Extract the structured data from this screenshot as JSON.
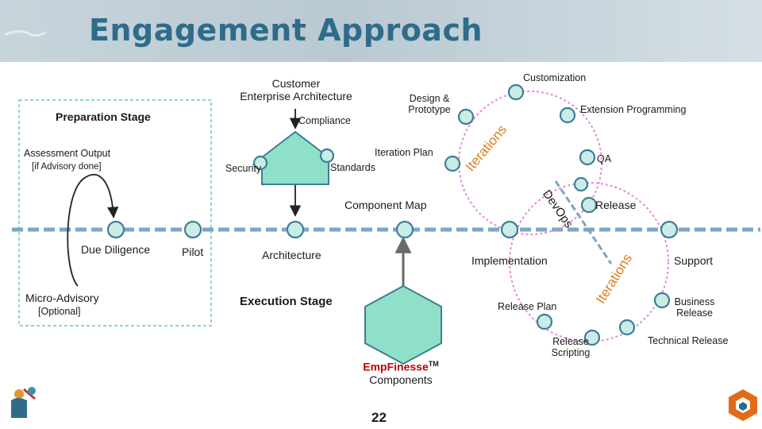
{
  "title": "Engagement Approach",
  "preparation": {
    "stage_label": "Preparation Stage",
    "assessment_output": "Assessment Output",
    "assessment_note": "[if Advisory done]",
    "due_diligence": "Due Diligence",
    "micro_advisory": "Micro-Advisory",
    "micro_advisory_note": "[Optional]",
    "pilot": "Pilot"
  },
  "architecture": {
    "customer_ea": [
      "Customer",
      "Enterprise Architecture"
    ],
    "compliance": "Compliance",
    "security": "Security",
    "standards": "Standards",
    "design_prototype": [
      "Design &",
      "Prototype"
    ],
    "iteration_plan": "Iteration Plan",
    "component_map": "Component Map",
    "architecture_label": "Architecture"
  },
  "execution": {
    "stage_label": "Execution Stage",
    "components_brand_prefix": "Emp",
    "components_brand_suffix": "Finesse",
    "components_tm": "TM",
    "components_label": "Components"
  },
  "iterations_loop_1": {
    "customization": "Customization",
    "extension_programming": "Extension Programming",
    "qa": "QA",
    "iterations_word": "Iterations",
    "devops_word": "DevOps"
  },
  "iterations_loop_2": {
    "release": "Release",
    "implementation": "Implementation",
    "support": "Support",
    "business_release": [
      "Business",
      "Release"
    ],
    "release_plan": "Release Plan",
    "release_scripting": [
      "Release",
      "Scripting"
    ],
    "technical_release": "Technical Release",
    "iterations_word": "Iterations"
  },
  "page_number": "22",
  "colors": {
    "title": "#2f6c8a",
    "track": "#7aa7c7",
    "node_fill": "#c9ece7",
    "node_stroke": "#3f7d96",
    "shape_fill": "#8fe0c8",
    "loop_ring": "#e68ad8",
    "prep_box_border": "#6fc7b5",
    "brand_red": "#c00000"
  },
  "icons": [
    "app-logo-icon",
    "brand-cube-icon"
  ]
}
